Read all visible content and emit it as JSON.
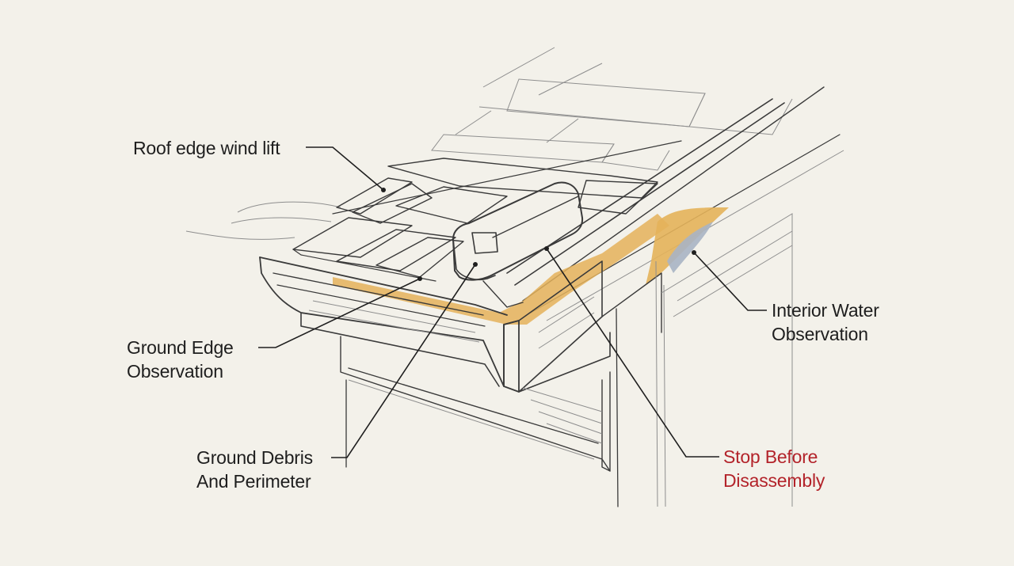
{
  "colors": {
    "background": "#f3f1ea",
    "text": "#1e1e1e",
    "warning_text": "#b3232a",
    "water_stain": "#e4b25a",
    "wet_patch": "#a9b4c4",
    "line": "#3a3a3a"
  },
  "labels": {
    "roof_edge_wind_lift": "Roof edge wind lift",
    "ground_edge_observation": [
      "Ground Edge",
      "Observation"
    ],
    "ground_debris_perimeter": [
      "Ground Debris",
      "And Perimeter"
    ],
    "interior_water_observation": [
      "Interior Water",
      "Observation"
    ],
    "stop_before_disassembly": [
      "Stop Before",
      "Disassembly"
    ]
  }
}
